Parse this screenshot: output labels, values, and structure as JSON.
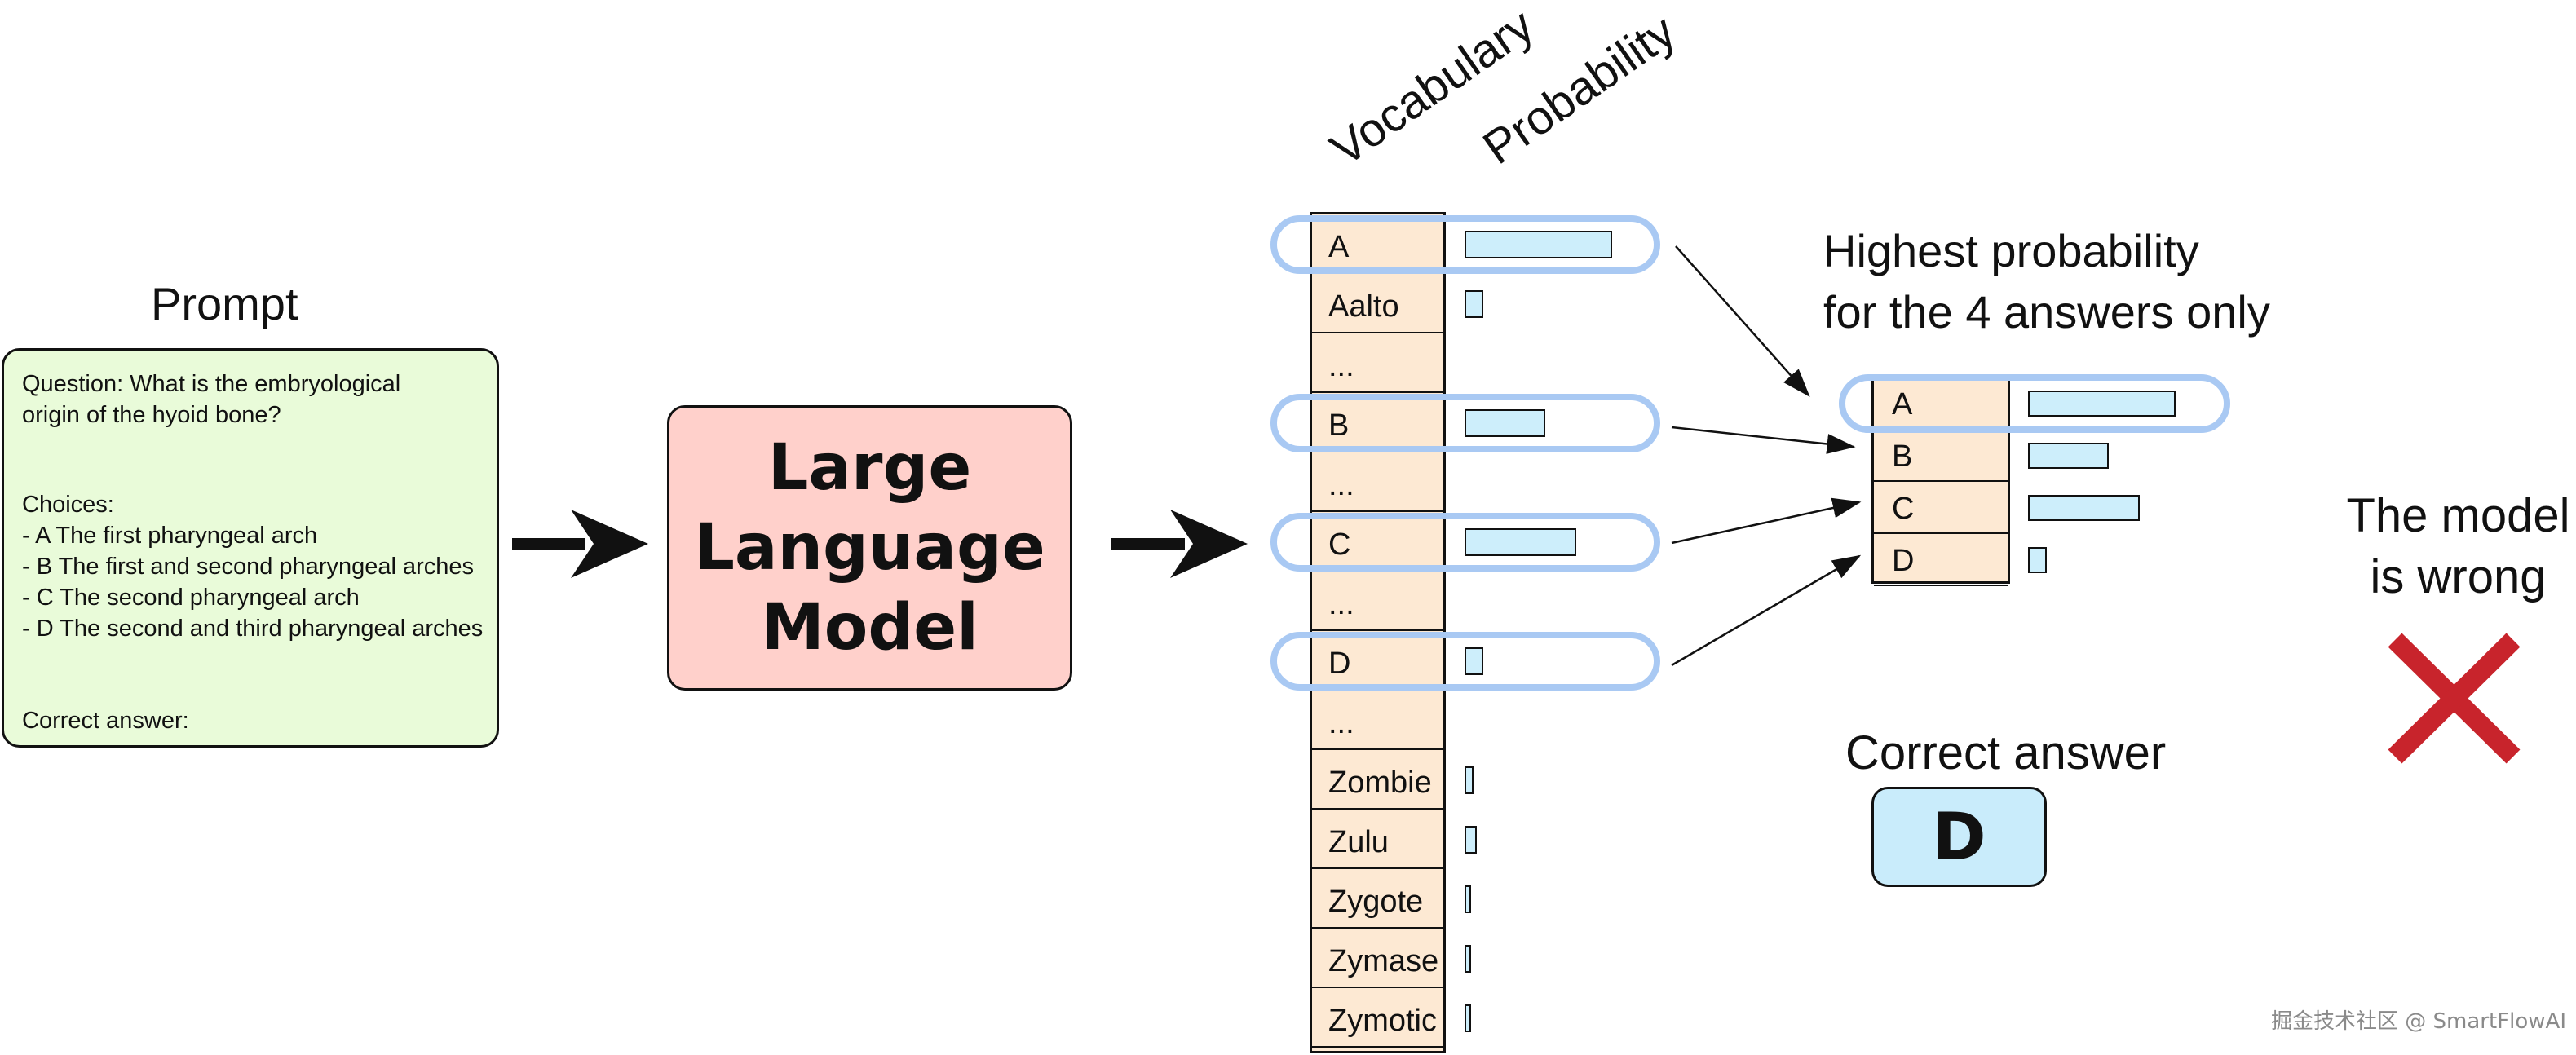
{
  "prompt": {
    "title": "Prompt",
    "question_line1": "Question: What is the embryological",
    "question_line2": "origin of the hyoid bone?",
    "choices_label": "Choices:",
    "choices": [
      "- A The first pharyngeal arch",
      "- B The first and second pharyngeal arches",
      "- C The second pharyngeal arch",
      "- D The second and third pharyngeal arches"
    ],
    "answer_label": "Correct answer:"
  },
  "model": {
    "lines": [
      "Large",
      "Language",
      "Model"
    ]
  },
  "vocabulary": {
    "header_vocab": "Vocabulary",
    "header_prob": "Probability",
    "rows": [
      {
        "token": "A",
        "prob": 0.95,
        "highlight": true
      },
      {
        "token": "Aalto",
        "prob": 0.12,
        "highlight": false
      },
      {
        "token": "...",
        "prob": 0,
        "highlight": false
      },
      {
        "token": "B",
        "prob": 0.52,
        "highlight": true
      },
      {
        "token": "...",
        "prob": 0,
        "highlight": false
      },
      {
        "token": "C",
        "prob": 0.72,
        "highlight": true
      },
      {
        "token": "...",
        "prob": 0,
        "highlight": false
      },
      {
        "token": "D",
        "prob": 0.12,
        "highlight": true
      },
      {
        "token": "...",
        "prob": 0,
        "highlight": false
      },
      {
        "token": "Zombie",
        "prob": 0.06,
        "highlight": false
      },
      {
        "token": "Zulu",
        "prob": 0.08,
        "highlight": false
      },
      {
        "token": "Zygote",
        "prob": 0.03,
        "highlight": false
      },
      {
        "token": "Zymase",
        "prob": 0.04,
        "highlight": false
      },
      {
        "token": "Zymotic",
        "prob": 0.03,
        "highlight": false
      }
    ]
  },
  "answers": {
    "title_line1": "Highest probability",
    "title_line2": "for the 4 answers only",
    "rows": [
      {
        "token": "A",
        "prob": 0.95,
        "highlight": true
      },
      {
        "token": "B",
        "prob": 0.52,
        "highlight": false
      },
      {
        "token": "C",
        "prob": 0.72,
        "highlight": false
      },
      {
        "token": "D",
        "prob": 0.12,
        "highlight": false
      }
    ]
  },
  "correct": {
    "title": "Correct answer",
    "value": "D"
  },
  "verdict": {
    "line1": "The model",
    "line2": "is wrong",
    "icon": "x-mark-icon",
    "color": "#c8242c"
  },
  "colors": {
    "highlight": "#a9c9f3",
    "bar": "#cdeefb",
    "cell": "#fde9d3",
    "prompt_bg": "#e9fbd9",
    "model_bg": "#ffd0cb"
  },
  "watermark": "掘金技术社区 @ SmartFlowAI"
}
